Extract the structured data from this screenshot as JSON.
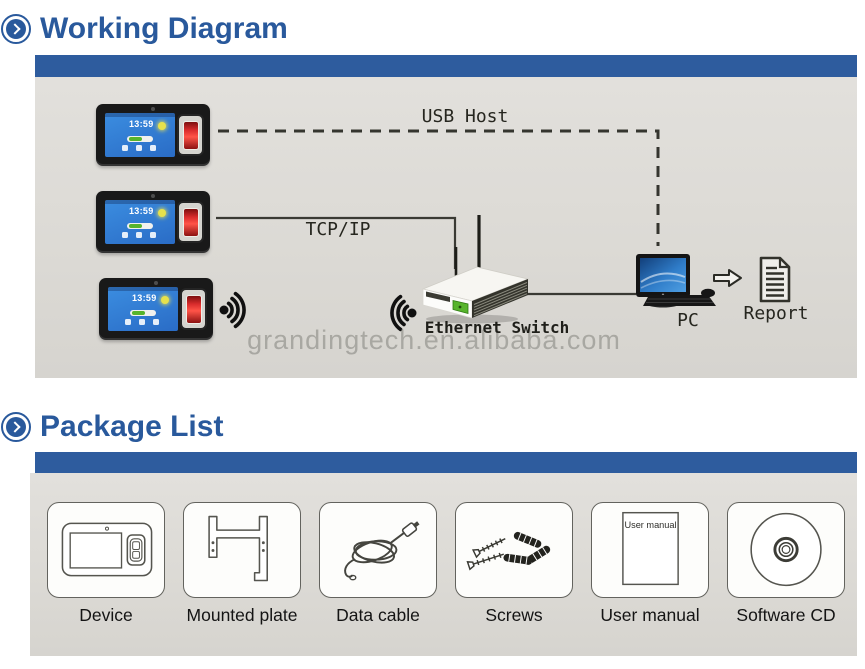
{
  "sections": {
    "working": {
      "title": "Working Diagram",
      "usb_label": "USB Host",
      "tcp_label": "TCP/IP",
      "switch_label": "Ethernet Switch",
      "pc_label": "PC",
      "report_label": "Report",
      "watermark": "grandingtech.en.alibaba.com",
      "device_time": "13:59"
    },
    "package": {
      "title": "Package List",
      "manual_text": "User manual",
      "items": [
        {
          "label": "Device"
        },
        {
          "label": "Mounted plate"
        },
        {
          "label": "Data cable"
        },
        {
          "label": "Screws"
        },
        {
          "label": "User manual"
        },
        {
          "label": "Software CD"
        }
      ]
    }
  },
  "colors": {
    "accent_blue": "#2e5c9e",
    "heading_blue": "#29599c",
    "panel_gray": "#dcdad5",
    "line_dark": "#35352f",
    "screen_blue": "#3b8de0",
    "sensor_red": "#d92c2c",
    "switch_green": "#57b42c"
  }
}
